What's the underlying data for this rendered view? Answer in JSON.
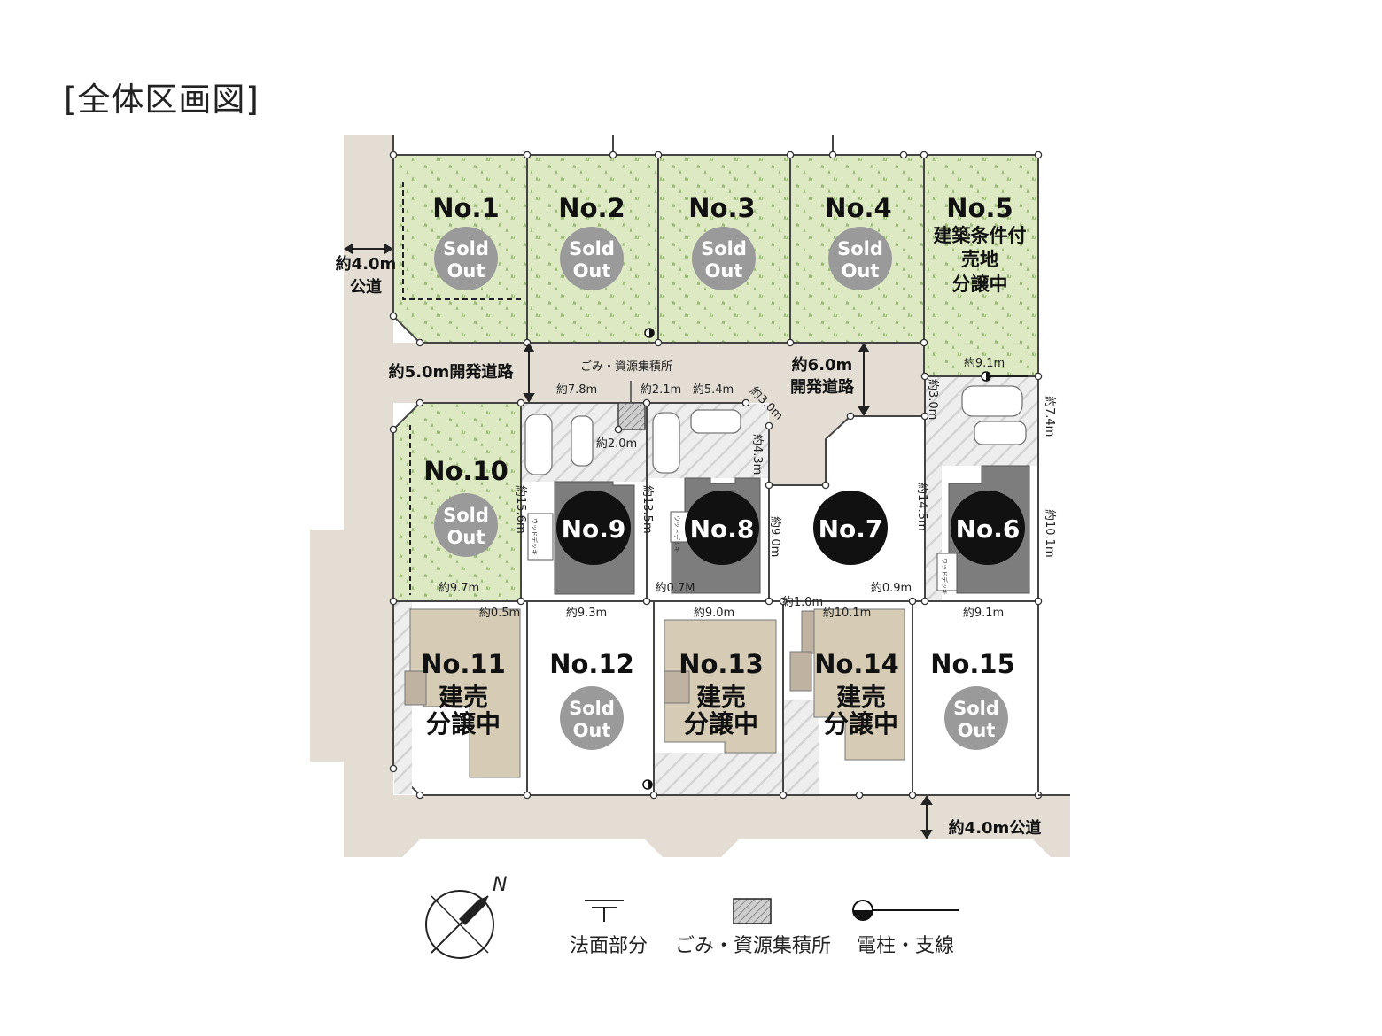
{
  "title": "[全体区画図]",
  "status": {
    "sold_out_line1": "Sold",
    "sold_out_line2": "Out"
  },
  "lots": {
    "no1": {
      "label": "No.1",
      "status": "Sold Out"
    },
    "no2": {
      "label": "No.2",
      "status": "Sold Out"
    },
    "no3": {
      "label": "No.3",
      "status": "Sold Out"
    },
    "no4": {
      "label": "No.4",
      "status": "Sold Out"
    },
    "no5": {
      "label": "No.5",
      "status_lines": [
        "建築条件付",
        "売地",
        "分譲中"
      ]
    },
    "no6": {
      "label": "No.6"
    },
    "no7": {
      "label": "No.7"
    },
    "no8": {
      "label": "No.8"
    },
    "no9": {
      "label": "No.9"
    },
    "no10": {
      "label": "No.10",
      "status": "Sold Out"
    },
    "no11": {
      "label": "No.11",
      "status_lines": [
        "建売",
        "分譲中"
      ]
    },
    "no12": {
      "label": "No.12",
      "status": "Sold Out"
    },
    "no13": {
      "label": "No.13",
      "status_lines": [
        "建売",
        "分譲中"
      ]
    },
    "no14": {
      "label": "No.14",
      "status_lines": [
        "建売",
        "分譲中"
      ]
    },
    "no15": {
      "label": "No.15",
      "status": "Sold Out"
    }
  },
  "roads": {
    "west_public": [
      "約4.0m",
      "公道"
    ],
    "dev_5m": "約5.0m開発道路",
    "dev_6m": [
      "約6.0m",
      "開発道路"
    ],
    "south_public": "約4.0m公道"
  },
  "dimensions": {
    "garbage_area": "ごみ・資源集積所",
    "d_7_8": "約7.8m",
    "d_2_1": "約2.1m",
    "d_5_4": "約5.4m",
    "d_3_0a": "約3.0m",
    "d_2_0": "約2.0m",
    "d_4_3": "約4.3m",
    "d_9_1a": "約9.1m",
    "d_3_0b": "約3.0m",
    "d_7_4": "約7.4m",
    "d_15_6": "約15.6m",
    "d_13_5": "約13.5m",
    "d_9_0v": "約9.0m",
    "d_14_5": "約14.5m",
    "d_10_1v": "約10.1m",
    "d_9_7": "約9.7m",
    "d_0_7": "約0.7M",
    "d_0_9": "約0.9m",
    "d_0_5": "約0.5m",
    "d_9_3": "約9.3m",
    "d_9_0h": "約9.0m",
    "d_1_0": "約1.0m",
    "d_10_1h": "約10.1m",
    "d_9_1b": "約9.1m",
    "deck": "ウッドデッキ"
  },
  "legend": {
    "slope": "法面部分",
    "garbage": "ごみ・資源集積所",
    "pole": "電柱・支線",
    "north": "N"
  },
  "colors": {
    "road": "#e3ddd3",
    "lot_green": "#dde9c2",
    "sold_grey": "#9a9a9a",
    "building_dark": "#7d7d7d",
    "building_tan": "#d6ccb6"
  }
}
